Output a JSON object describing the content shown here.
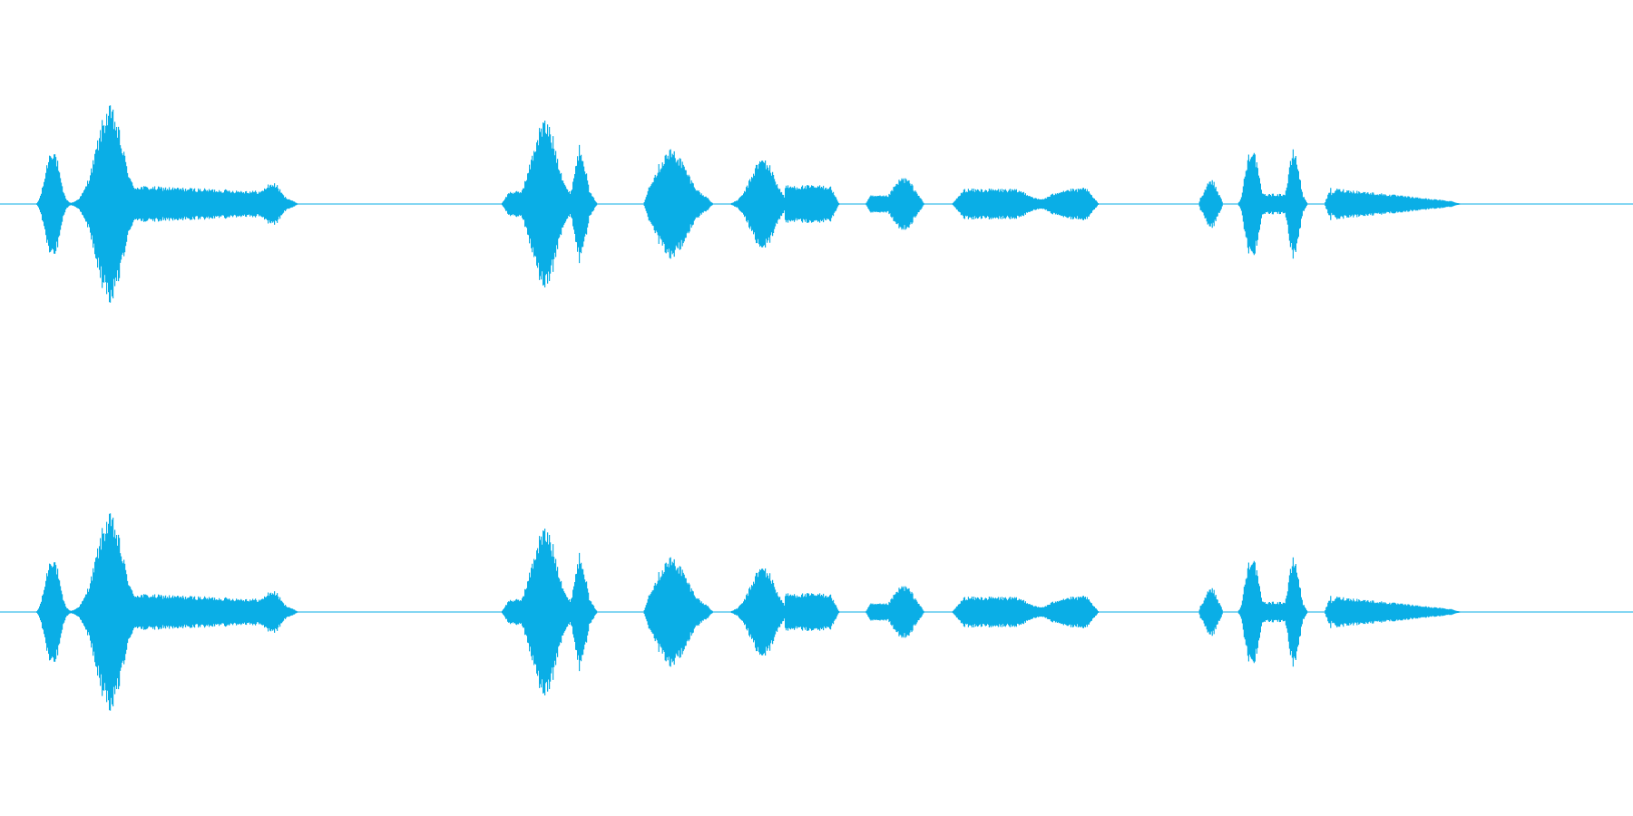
{
  "waveform": {
    "color": "#0aaee6",
    "channel_count": 2,
    "segments": [
      {
        "start": 0.022,
        "end": 0.183
      },
      {
        "start": 0.307,
        "end": 0.366
      },
      {
        "start": 0.394,
        "end": 0.437
      },
      {
        "start": 0.447,
        "end": 0.514
      },
      {
        "start": 0.53,
        "end": 0.566
      },
      {
        "start": 0.583,
        "end": 0.673
      },
      {
        "start": 0.734,
        "end": 0.749
      },
      {
        "start": 0.758,
        "end": 0.801
      },
      {
        "start": 0.811,
        "end": 0.896
      }
    ]
  }
}
